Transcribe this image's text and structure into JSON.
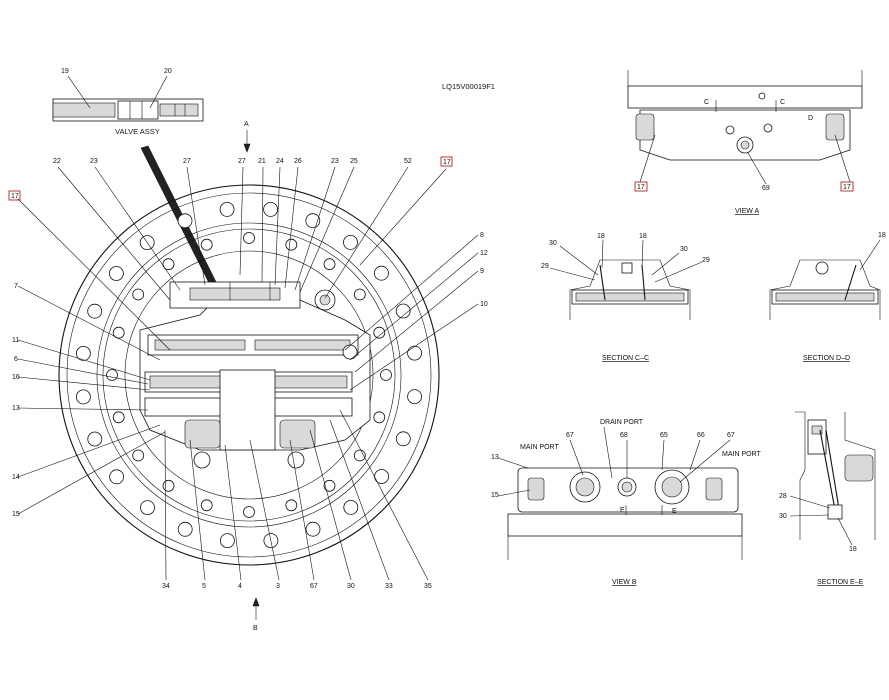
{
  "drawing_code": "LQ15V00019F1",
  "valve_assy": {
    "caption": "VALVE ASSY",
    "labels": [
      "19",
      "20"
    ]
  },
  "main_view": {
    "arrow_top": "A",
    "arrow_bottom": "B",
    "top_labels": [
      "22",
      "23",
      "27",
      "27",
      "21",
      "24",
      "26",
      "23",
      "25",
      "52",
      "17"
    ],
    "left_labels": [
      "17",
      "7",
      "11",
      "6",
      "16",
      "13",
      "14",
      "15"
    ],
    "right_labels": [
      "8",
      "12",
      "9",
      "10"
    ],
    "bottom_labels": [
      "34",
      "5",
      "4",
      "3",
      "67",
      "30",
      "33",
      "35"
    ]
  },
  "view_a": {
    "caption": "VIEW  A",
    "labels": [
      "C",
      "C",
      "D",
      "17",
      "69",
      "17"
    ]
  },
  "section_cc": {
    "caption": "SECTION  C–C",
    "labels": [
      "30",
      "18",
      "18",
      "30",
      "29",
      "29"
    ]
  },
  "section_dd": {
    "caption": "SECTION  D–D",
    "labels": [
      "18"
    ]
  },
  "view_b": {
    "caption": "VIEW  B",
    "drain_port": "DRAIN PORT",
    "main_port_left": "MAIN PORT",
    "main_port_right": "MAIN PORT",
    "labels": [
      "67",
      "68",
      "65",
      "66",
      "67",
      "13",
      "15",
      "E",
      "E"
    ]
  },
  "section_ee": {
    "caption": "SECTION  E–E",
    "labels": [
      "28",
      "30",
      "18"
    ]
  },
  "colors": {
    "line": "#111111",
    "highlight_box": "#c00000",
    "background": "#ffffff"
  }
}
